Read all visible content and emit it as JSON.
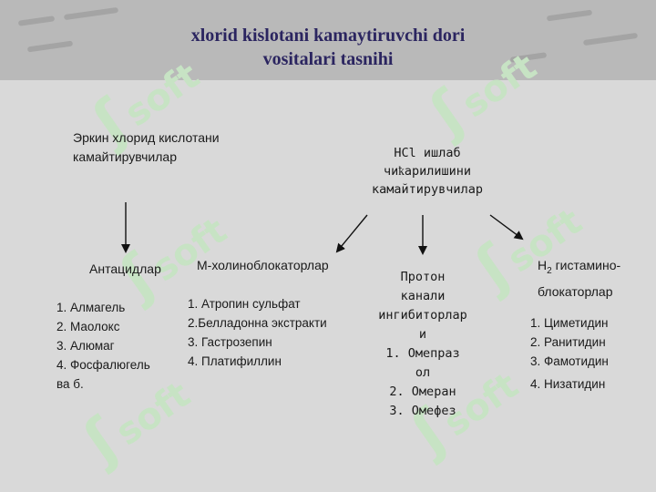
{
  "title": {
    "line1": "xlorid kislotani kamaytiruvchi dori",
    "line2": "vositalari tasnihi"
  },
  "groups": {
    "free_hcl": {
      "line1": "Эркин хлорид кислотани",
      "line2": "камайтирувчилар"
    },
    "hcl_production": {
      "line1": "HCl  ишлаб",
      "line2": "чиҟарилишини",
      "line3": "камайтирувчилар"
    }
  },
  "categories": {
    "antacids": {
      "label": "Антацидлар",
      "items": [
        "1. Алмагель",
        "2. Маолокс",
        "3. Алюмаг",
        "4. Фосфалюгель",
        "ва б."
      ]
    },
    "m_cholinoblockers": {
      "label": "М-холиноблокаторлар",
      "items": [
        "1. Атропин сульфат",
        "2.Белладонна экстракти",
        "3. Гастрозепин",
        "4. Платифиллин"
      ]
    },
    "proton_pump": {
      "label_lines": [
        "Протон",
        "канали",
        "ингибиторлар",
        "и"
      ],
      "items": [
        "1. Омепраз",
        "ол",
        "2. Омеран",
        "3. Омефез"
      ]
    },
    "h2_blockers": {
      "label_line1": "H",
      "label_sub": "2",
      "label_line1_rest": " гистамино-",
      "label_line2": "блокаторлар",
      "items": [
        "1.   Циметидин",
        "2.   Ранитидин",
        "3.   Фамотидин",
        "4.   Низатидин"
      ]
    }
  },
  "watermark": {
    "text": "soft"
  }
}
